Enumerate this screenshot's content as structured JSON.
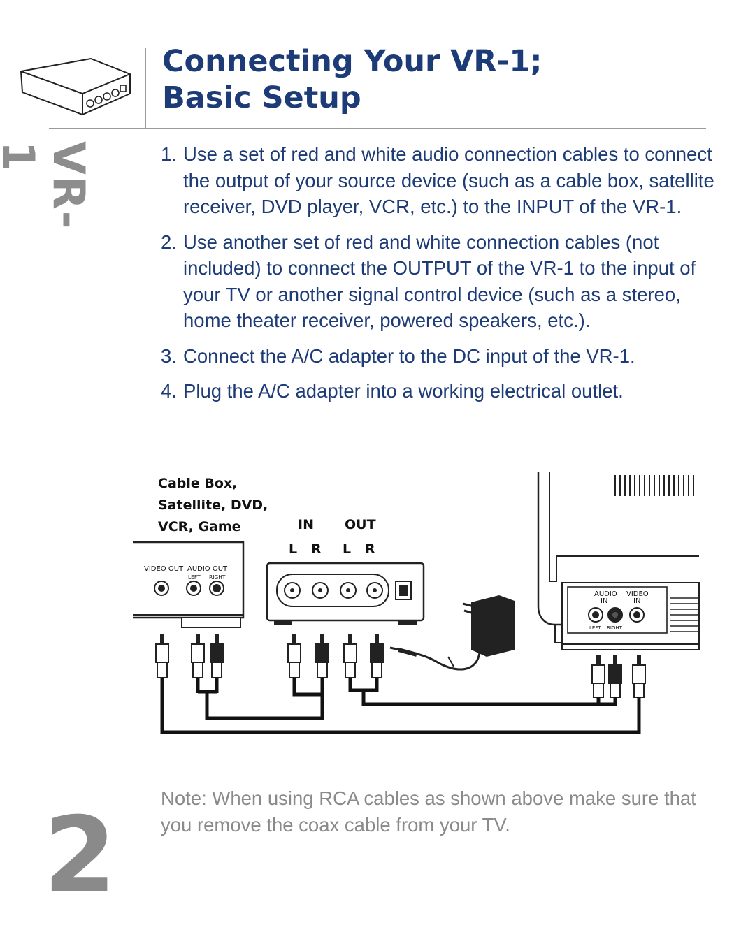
{
  "header": {
    "title_line1": "Connecting Your VR-1;",
    "title_line2": "Basic Setup",
    "side_label": "VR-1"
  },
  "steps": [
    {
      "num": "1.",
      "text": "Use a set of red and white audio connection cables to connect the output of your source device (such as a cable box, satellite receiver, DVD player, VCR, etc.) to the INPUT of the VR-1."
    },
    {
      "num": "2.",
      "text": "Use another set of red and white connection cables (not included) to connect the OUTPUT of the VR-1 to the input of your TV or another signal control device (such as a stereo, home theater receiver, powered speakers, etc.)."
    },
    {
      "num": "3.",
      "text": "Connect the A/C adapter to the DC input of the VR-1."
    },
    {
      "num": "4.",
      "text": "Plug the A/C adapter into a working electrical outlet."
    }
  ],
  "diagram": {
    "source_line1": "Cable Box,",
    "source_line2": "Satellite, DVD,",
    "source_line3": "VCR, Game",
    "in_label": "IN",
    "out_label": "OUT",
    "in_l": "L",
    "in_r": "R",
    "out_l": "L",
    "out_r": "R",
    "src_video_out": "VIDEO OUT",
    "src_audio_out": "AUDIO OUT",
    "src_left": "LEFT",
    "src_right": "RIGHT",
    "tv_audio_in": "AUDIO",
    "tv_audio_in2": "IN",
    "tv_video_in": "VIDEO",
    "tv_video_in2": "IN",
    "tv_left": "LEFT",
    "tv_right": "RIGHT"
  },
  "footer": {
    "note": "Note: When using RCA cables as shown above make sure that you remove the coax cable from your TV.",
    "page_number": "2"
  }
}
